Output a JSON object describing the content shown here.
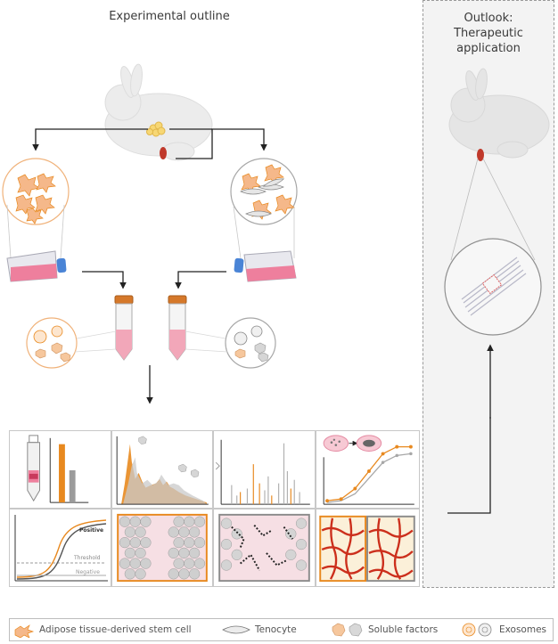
{
  "titles": {
    "experimental": "Experimental outline",
    "outlook_line1": "Outlook:",
    "outlook_line2": "Therapeutic application"
  },
  "graph_labels": {
    "positive": "Positive",
    "threshold": "Threshold",
    "negative": "Negative"
  },
  "legend": {
    "adsc": "Adipose tissue-derived stem cell",
    "tenocyte": "Tenocyte",
    "soluble": "Soluble factors",
    "exosomes": "Exosomes"
  },
  "colors": {
    "orange": "#e8891f",
    "peach": "#f6c79d",
    "pink": "#f2b8c6",
    "grey": "#a7a7a7",
    "red_fiber": "#cc2f1c"
  }
}
